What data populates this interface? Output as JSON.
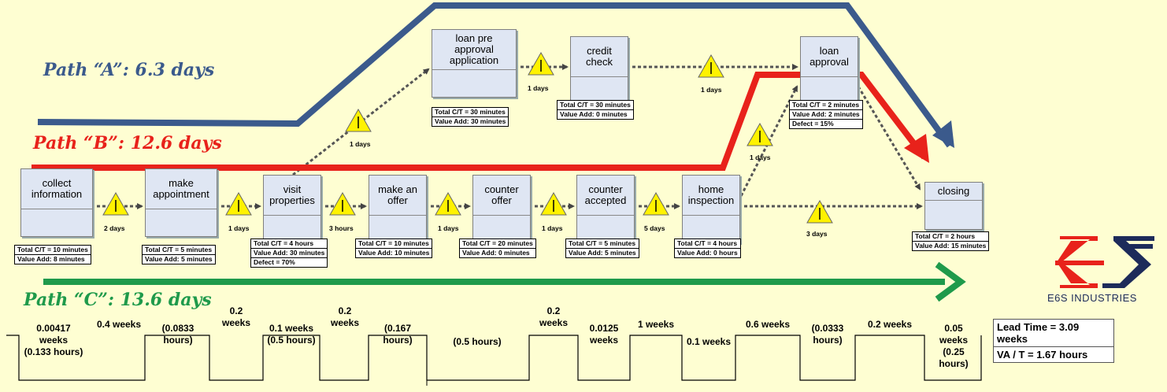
{
  "paths": {
    "a": {
      "label": "Path “A”: 6.3 days",
      "color": "#3b5a8c"
    },
    "b": {
      "label": "Path “B”: 12.6 days",
      "color": "#e8221b"
    },
    "c": {
      "label": "Path “C”: 13.6 days",
      "color": "#1f9a4b"
    }
  },
  "processes": [
    {
      "id": "collect",
      "title": "collect information",
      "lines": [
        "Total C/T = 10 minutes",
        "Value Add: 8 minutes"
      ]
    },
    {
      "id": "appointment",
      "title": "make appointment",
      "lines": [
        "Total C/T = 5 minutes",
        "Value Add: 5 minutes"
      ]
    },
    {
      "id": "visit",
      "title": "visit properties",
      "lines": [
        "Total C/T = 4 hours",
        "Value Add: 30 minutes",
        "Defect = 70%"
      ]
    },
    {
      "id": "offer",
      "title": "make an offer",
      "lines": [
        "Total C/T = 10 minutes",
        "Value Add: 10 minutes"
      ]
    },
    {
      "id": "counter",
      "title": "counter offer",
      "lines": [
        "Total C/T = 20 minutes",
        "Value Add: 0 minutes"
      ]
    },
    {
      "id": "accepted",
      "title": "counter accepted",
      "lines": [
        "Total C/T = 5 minutes",
        "Value Add: 5 minutes"
      ]
    },
    {
      "id": "inspection",
      "title": "home inspection",
      "lines": [
        "Total C/T = 4 hours",
        "Value Add: 0 hours"
      ]
    },
    {
      "id": "loanpre",
      "title": "loan pre approval application",
      "lines": [
        "Total C/T = 30 minutes",
        "Value Add: 30 minutes"
      ]
    },
    {
      "id": "credit",
      "title": "credit check",
      "lines": [
        "Total C/T = 30 minutes",
        "Value Add: 0 minutes"
      ]
    },
    {
      "id": "approval",
      "title": "loan approval",
      "lines": [
        "Total C/T = 2 minutes",
        "Value Add: 2 minutes",
        "Defect = 15%"
      ]
    },
    {
      "id": "closing",
      "title": "closing",
      "lines": [
        "Total C/T = 2 hours",
        "Value Add: 15 minutes"
      ]
    }
  ],
  "inventory": [
    {
      "id": "inv1",
      "text": "2 days"
    },
    {
      "id": "inv2",
      "text": "1 days"
    },
    {
      "id": "inv3",
      "text": "3 hours"
    },
    {
      "id": "inv4",
      "text": "1 days"
    },
    {
      "id": "inv5",
      "text": "1 days"
    },
    {
      "id": "inv6",
      "text": "5 days"
    },
    {
      "id": "inv7",
      "text": "3 days"
    },
    {
      "id": "inv8",
      "text": "1 days"
    },
    {
      "id": "inv9",
      "text": "1 days"
    },
    {
      "id": "inv10",
      "text": "1 days"
    },
    {
      "id": "inv11",
      "text": "1 days"
    }
  ],
  "timeline": [
    "0.00417\nweeks\n(0.133 hours)",
    "0.4 weeks",
    "(0.0833\nhours)",
    "0.2\nweeks",
    "0.1 weeks\n(0.5 hours)",
    "0.2\nweeks",
    "(0.167\nhours)",
    "(0.5 hours)",
    "0.2\nweeks",
    "0.0125\nweeks",
    "1 weeks",
    "0.1 weeks",
    "0.6 weeks",
    "(0.0333\nhours)",
    "0.2 weeks",
    "0.05\nweeks\n(0.25\nhours)"
  ],
  "summary": {
    "lead_time": "Lead Time = 3.09 weeks",
    "va_t": "VA / T = 1.67 hours"
  },
  "logo": {
    "text": "E6S INDUSTRIES",
    "red": "#e8221b",
    "navy": "#1d2b5a"
  }
}
